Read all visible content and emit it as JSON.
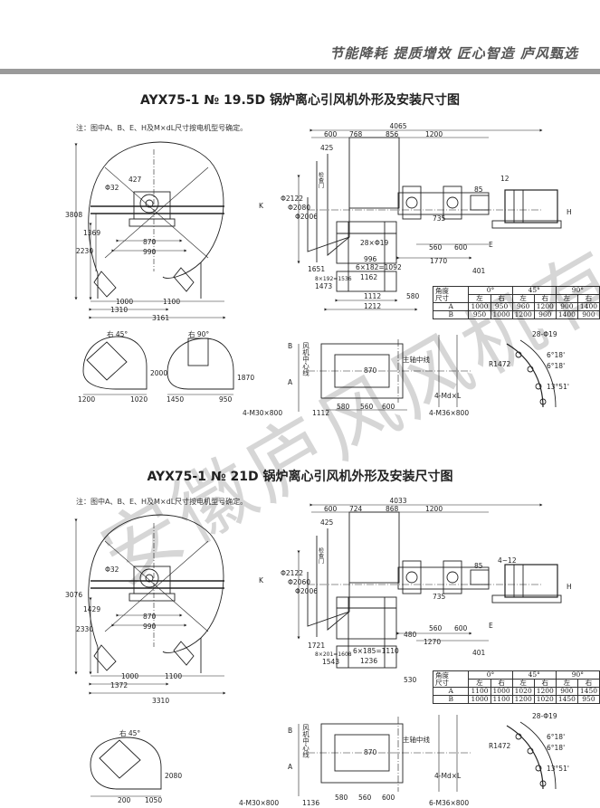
{
  "header": {
    "slogan": "节能降耗 提质增效 匠心智造 庐风甄选"
  },
  "watermark": "安徽庐风风机有限公司",
  "drawing1": {
    "title": "AYX75-1 № 19.5D 锅炉离心引风机外形及安装尺寸图",
    "note": "注：图中A、B、E、H及M×dL尺寸按电机型号确定。",
    "table": {
      "angle_label": "角度",
      "size_label": "尺寸",
      "angles": [
        "0°",
        "45°",
        "90°"
      ],
      "sides": [
        "左",
        "右",
        "左",
        "右",
        "左",
        "右"
      ],
      "rows": [
        {
          "name": "A",
          "values": [
            "1000",
            "950",
            "960",
            "1200",
            "900",
            "1400"
          ]
        },
        {
          "name": "B",
          "values": [
            "950",
            "1000",
            "1200",
            "960",
            "1400",
            "900"
          ]
        }
      ]
    },
    "dims": {
      "d4065": "4065",
      "d600": "600",
      "d768": "768",
      "d856": "856",
      "d1200": "1200",
      "d425": "425",
      "d12": "12",
      "d85": "85",
      "d735": "735",
      "phi2122": "Φ2122",
      "phi2080": "Φ2080",
      "phi2006": "Φ2006",
      "d28x19": "28×Φ19",
      "d996": "996",
      "d6x182": "6×182=1092",
      "d1162": "1162",
      "d560": "560",
      "d600b": "600",
      "d1770": "1770",
      "d401": "401",
      "d1651": "1651",
      "d8x192": "8×192=1536",
      "d1473": "1473",
      "d1112": "1112",
      "d580": "580",
      "d1212": "1212",
      "phi427": "427",
      "phi32": "Φ32",
      "d3808": "3808",
      "d2230": "2230",
      "d1369": "1369",
      "d870": "870",
      "d990": "990",
      "d1000": "1000",
      "d1100": "1100",
      "d1310": "1310",
      "d3161": "3161",
      "right45": "右 45°",
      "right90": "右 90°",
      "d1200b": "1200",
      "d1020": "1020",
      "d2000": "2000",
      "d1450": "1450",
      "d950": "950",
      "d1870": "1870",
      "d4m30": "4-M30×800",
      "d1112b": "1112",
      "d580b": "580",
      "d560b": "560",
      "d600c": "600",
      "d4m36": "4-M36×800",
      "d4mdl": "4-Md×L",
      "d870b": "870",
      "shaft": "主轴中线",
      "fan_center": "风机中心线",
      "d28phi19": "28-Φ19",
      "r1472": "R1472",
      "a618a": "6°18'",
      "a618b": "6°18'",
      "a1351": "13°51'",
      "E": "E",
      "H": "H",
      "K": "K",
      "A": "A",
      "B": "B",
      "inspect": "检查门"
    }
  },
  "drawing2": {
    "title": "AYX75-1 № 21D 锅炉离心引风机外形及安装尺寸图",
    "note": "注：图中A、B、E、H及M×dL尺寸按电机型号确定。",
    "table": {
      "angle_label": "角度",
      "size_label": "尺寸",
      "angles": [
        "0°",
        "45°",
        "90°"
      ],
      "sides": [
        "左",
        "右",
        "左",
        "右",
        "左",
        "右"
      ],
      "rows": [
        {
          "name": "A",
          "values": [
            "1100",
            "1000",
            "1020",
            "1200",
            "900",
            "1450"
          ]
        },
        {
          "name": "B",
          "values": [
            "1000",
            "1100",
            "1200",
            "1020",
            "1450",
            "950"
          ]
        }
      ]
    },
    "dims": {
      "d4033": "4033",
      "d600": "600",
      "d724": "724",
      "d868": "868",
      "d1200": "1200",
      "d425": "425",
      "d4_12": "4~12",
      "d85": "85",
      "d735": "735",
      "phi2122": "Φ2122",
      "phi2060": "Φ2060",
      "phi2006": "Φ2006",
      "d6x185": "6×185=1110",
      "d1236": "1236",
      "d1721": "1721",
      "d8x201": "8×201=1608",
      "d1543": "1543",
      "d480": "480",
      "d560": "560",
      "d600b": "600",
      "d1270": "1270",
      "d401": "401",
      "d530": "530",
      "phi32": "Φ32",
      "d3076": "3076",
      "d2330": "2330",
      "d1429": "1429",
      "d870": "870",
      "d990": "990",
      "d1000": "1000",
      "d1100": "1100",
      "d1372": "1372",
      "d3310": "3310",
      "right45": "右 45°",
      "d200": "200",
      "d1050": "1050",
      "d2080": "2080",
      "d4m30": "4-M30×800",
      "d1136": "1136",
      "d580": "580",
      "d560b": "560",
      "d600c": "600",
      "d6m36": "6-M36×800",
      "d4mdl": "4-Md×L",
      "d870b": "870",
      "shaft": "主轴中线",
      "fan_center": "风机中心线",
      "d28phi19": "28-Φ19",
      "r1472": "R1472",
      "a618a": "6°18'",
      "a618b": "6°18'",
      "a1351": "13°51'",
      "E": "E",
      "H": "H",
      "K": "K",
      "A": "A",
      "B": "B",
      "inspect": "检查门"
    }
  }
}
